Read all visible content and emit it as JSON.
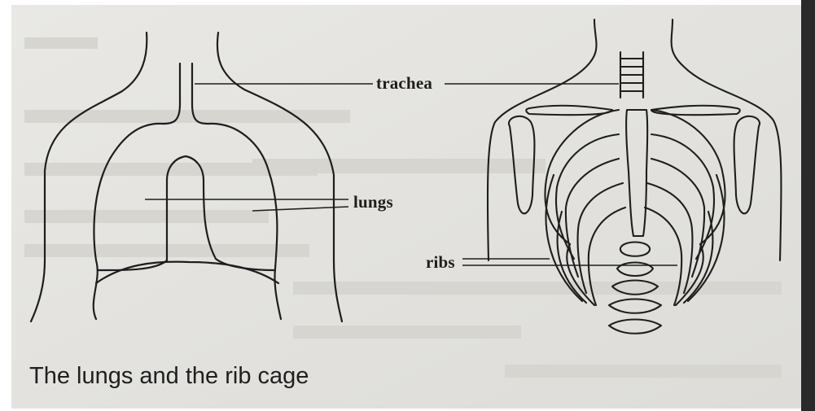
{
  "figure": {
    "caption": "The lungs and the rib cage",
    "labels": {
      "trachea": "trachea",
      "lungs": "lungs",
      "ribs": "ribs"
    }
  },
  "colors": {
    "paper": "#e6e5e1",
    "ink": "#1e1e1e",
    "bleed_text": "#cfcdc8"
  }
}
